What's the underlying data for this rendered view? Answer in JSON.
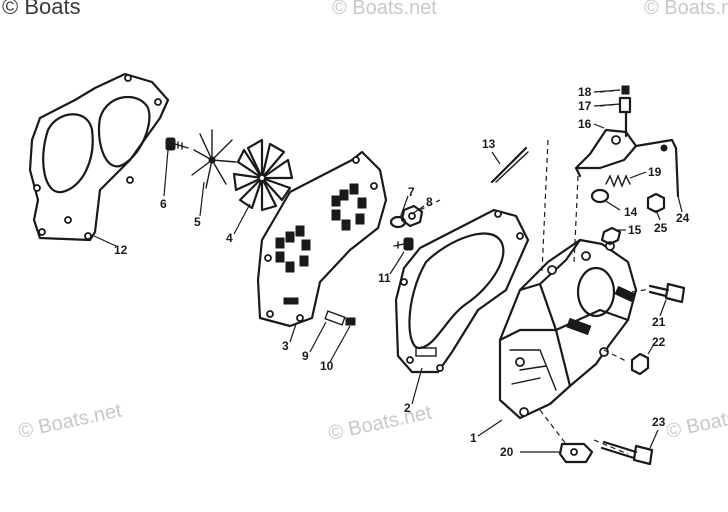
{
  "watermarks": {
    "top_left": "© Boats",
    "top_mid": "© Boats.net",
    "top_right": "© Boats.net",
    "bottom_left": "© Boats.net",
    "bottom_mid": "© Boats.net",
    "bottom_right": "© Boats.net"
  },
  "callouts": [
    "1",
    "2",
    "3",
    "4",
    "5",
    "6",
    "7",
    "8",
    "9",
    "10",
    "11",
    "12",
    "13",
    "14",
    "15",
    "16",
    "17",
    "18",
    "19",
    "20",
    "21",
    "22",
    "23",
    "24",
    "25"
  ]
}
